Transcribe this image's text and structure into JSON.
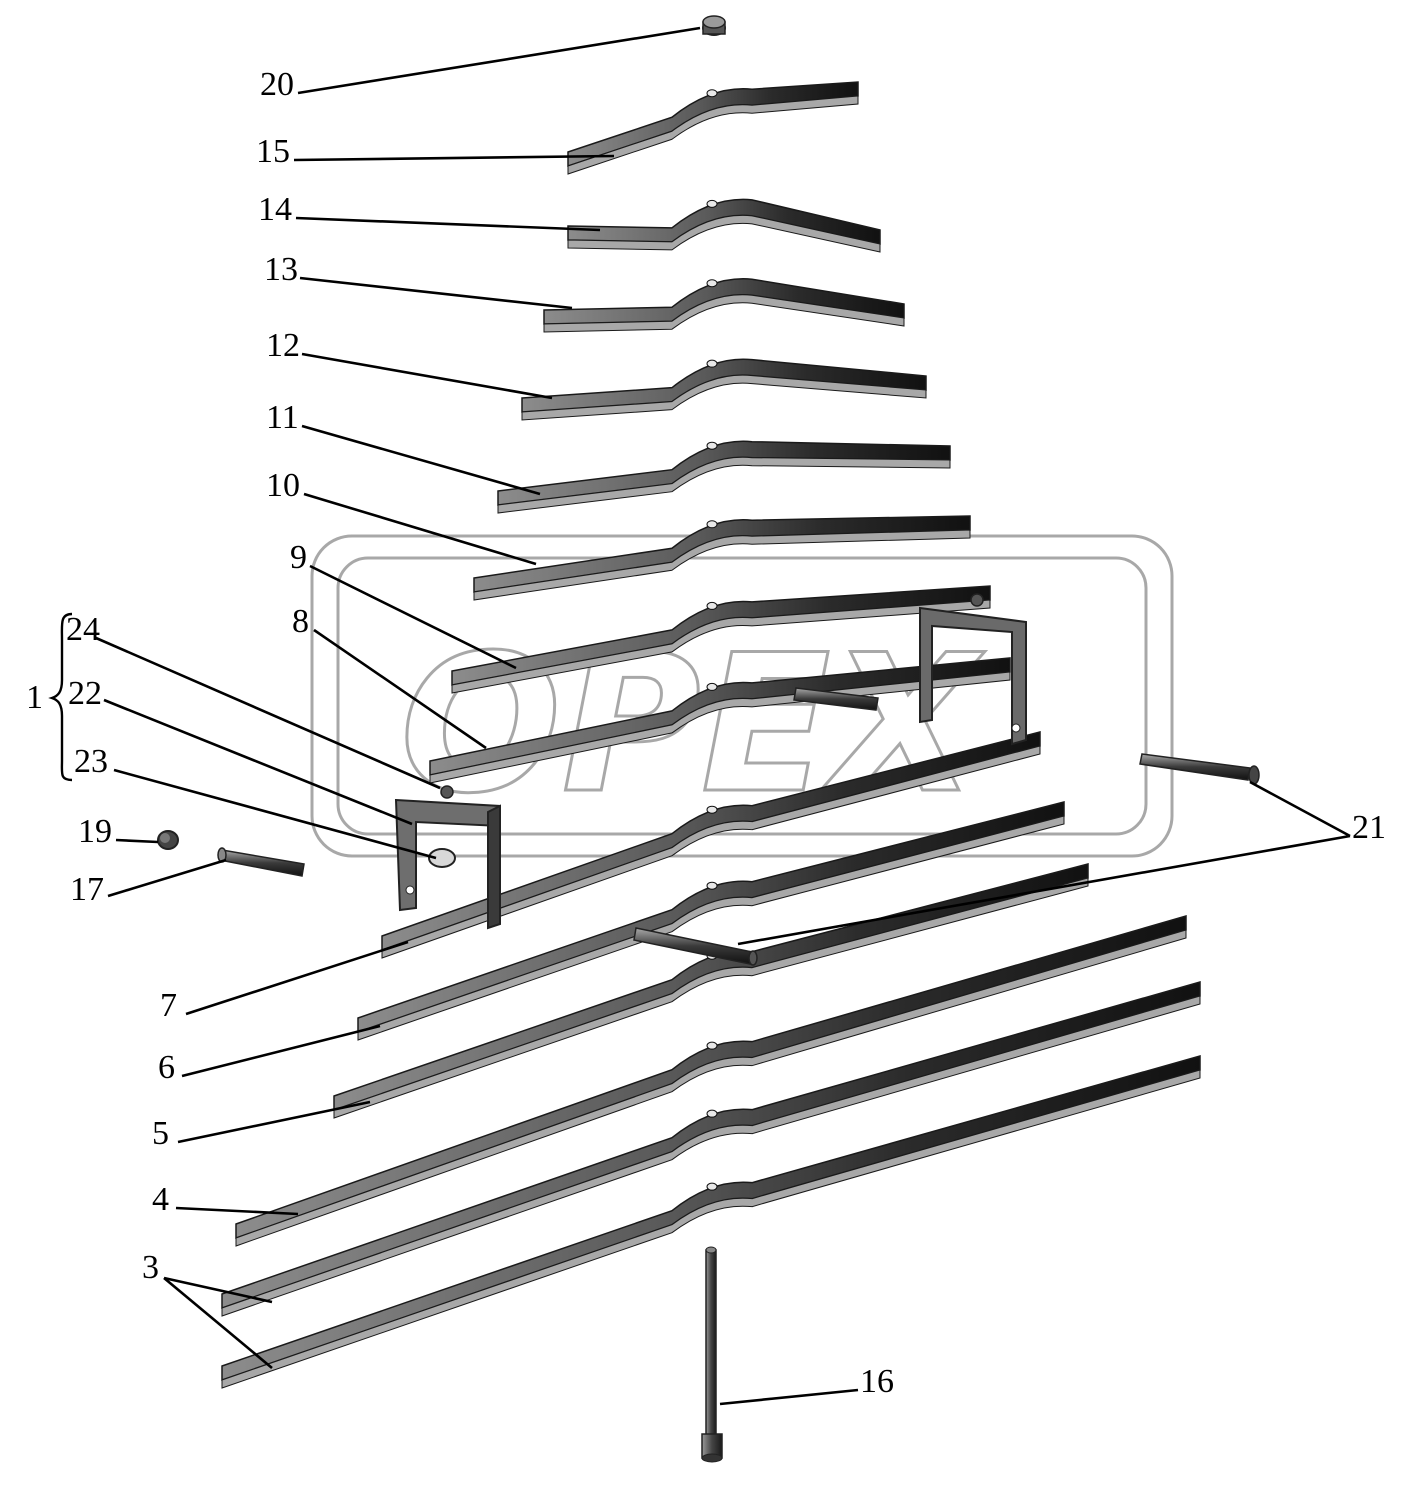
{
  "figure": {
    "watermark": "OPEX",
    "parts": [
      "3",
      "4",
      "5",
      "6",
      "7",
      "8",
      "9",
      "10",
      "11",
      "12",
      "13",
      "14",
      "15",
      "16",
      "17",
      "19",
      "20",
      "21",
      "22",
      "23",
      "24"
    ],
    "assembly": {
      "label": "1",
      "members": [
        "24",
        "22",
        "23"
      ]
    }
  }
}
